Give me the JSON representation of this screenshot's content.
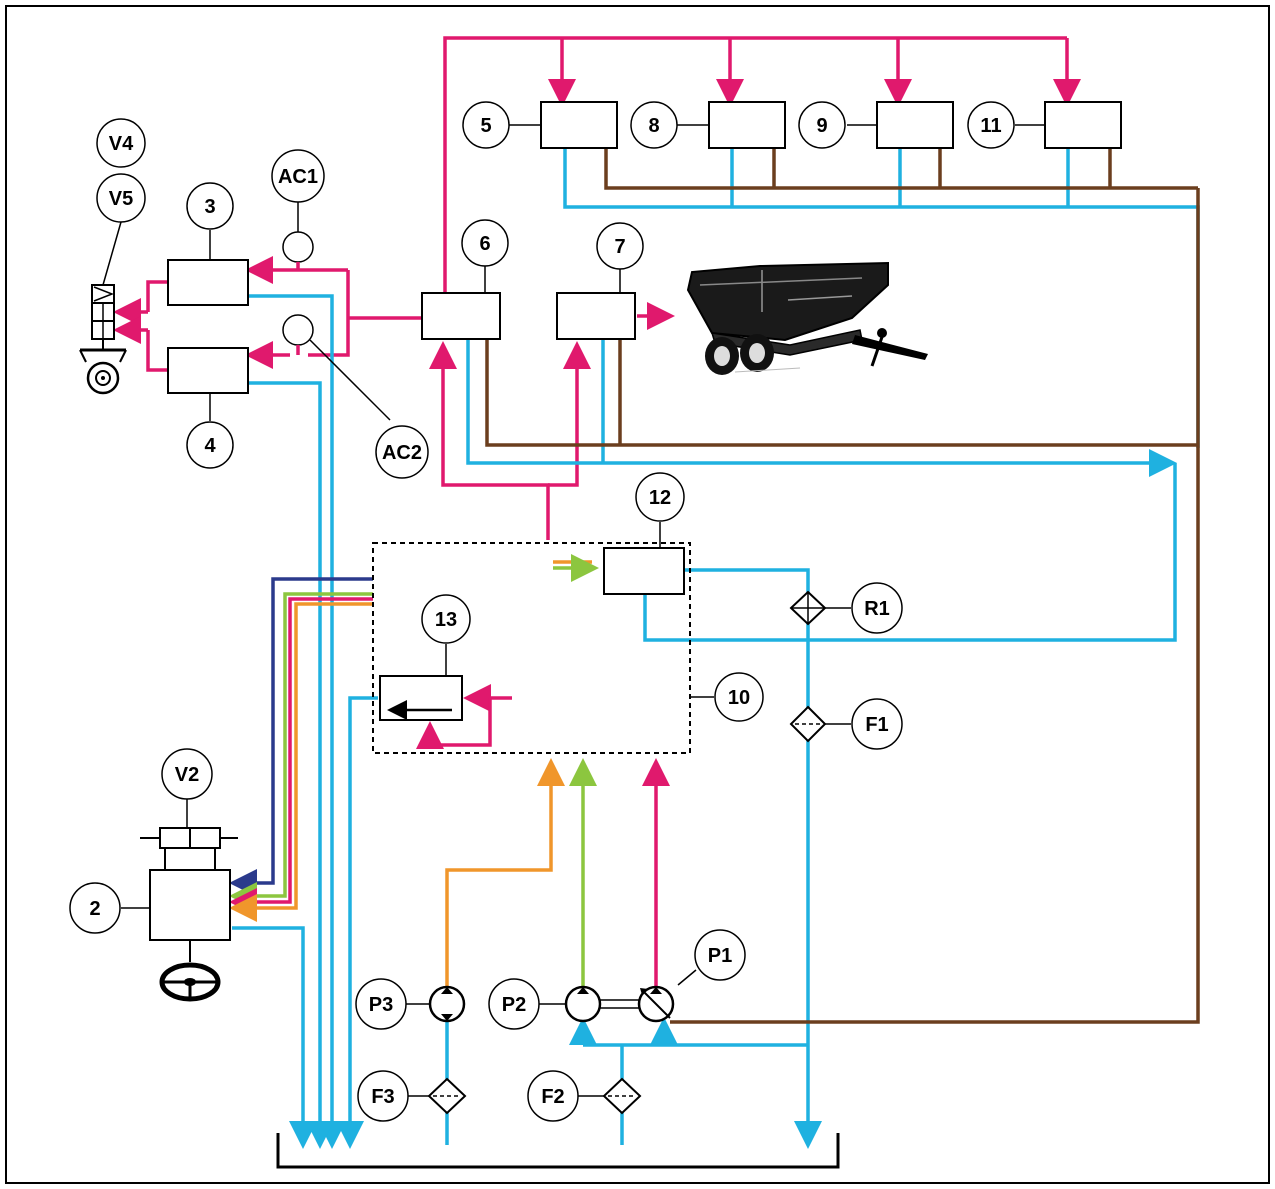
{
  "colors": {
    "pressure": "#e0196d",
    "return": "#1fb1e0",
    "drain": "#6b3e1e",
    "green": "#8cc63f",
    "orange": "#f0962b",
    "navy": "#2b3a8c"
  },
  "labels": {
    "c5": "5",
    "c8": "8",
    "c9": "9",
    "c11": "11",
    "c6": "6",
    "c7": "7",
    "c3": "3",
    "c4": "4",
    "ac1": "AC1",
    "ac2": "AC2",
    "v4": "V4",
    "v5": "V5",
    "c12": "12",
    "c13": "13",
    "c10": "10",
    "r1": "R1",
    "f1": "F1",
    "v2": "V2",
    "c2": "2",
    "p1": "P1",
    "p2": "P2",
    "p3": "P3",
    "f2": "F2",
    "f3": "F3"
  },
  "icons": [
    "trailer-icon",
    "steering-wheel-icon",
    "brake-wheel-icon"
  ]
}
